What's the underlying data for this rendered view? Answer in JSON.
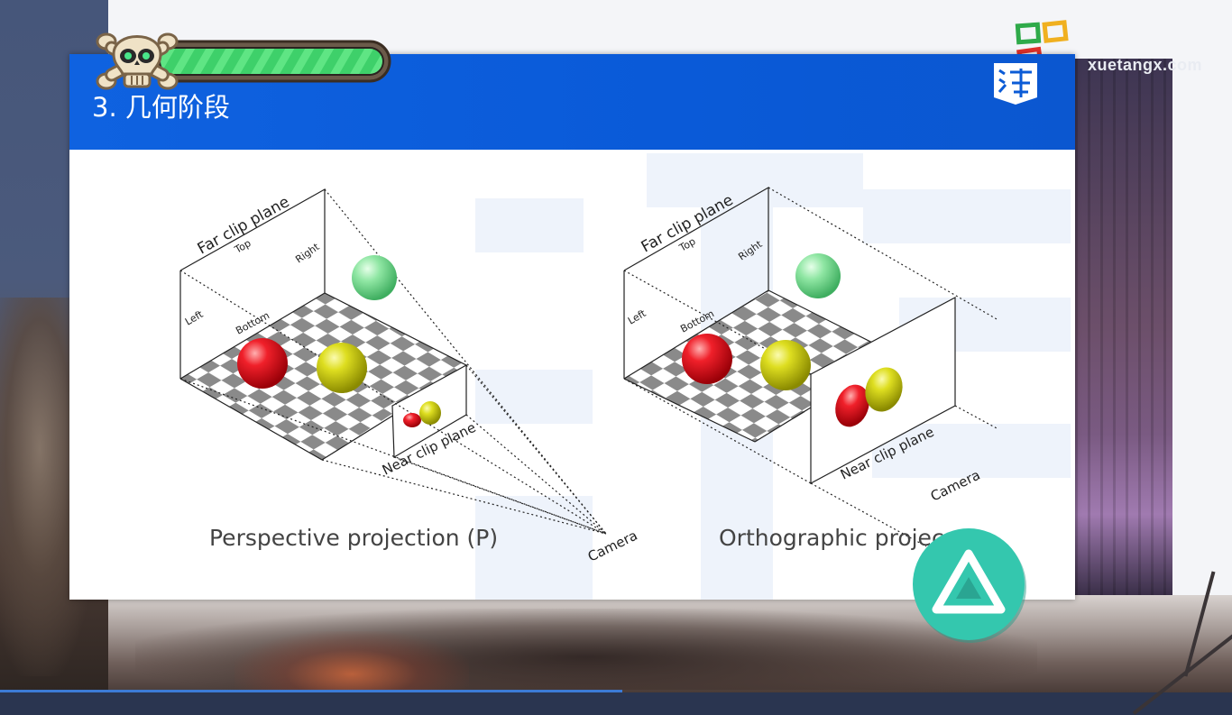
{
  "slide": {
    "title": "3. 几何阶段"
  },
  "perspective_diagram": {
    "far_clip_label": "Far clip plane",
    "top_label": "Top",
    "right_label": "Right",
    "left_label": "Left",
    "bottom_label": "Bottom",
    "near_clip_label": "Near clip plane",
    "camera_label": "Camera",
    "caption": "Perspective projection (P)"
  },
  "orthographic_diagram": {
    "far_clip_label": "Far clip plane",
    "top_label": "Top",
    "right_label": "Right",
    "left_label": "Left",
    "bottom_label": "Bottom",
    "near_clip_label": "Near clip plane",
    "camera_label": "Camera",
    "caption": "Orthographic projec"
  },
  "branding": {
    "site_text": "xuetangx.com",
    "logo_icon": "xuetangx-squares-icon",
    "badge_icon": "xuetangx-badge-icon"
  },
  "hud": {
    "health_icon": "skull-crossbones-icon",
    "health_fraction": 1.0,
    "action_icon": "triangle-button-icon"
  },
  "colors": {
    "header_blue": "#0b5bd6",
    "health_green": "#3ed06a",
    "triangle_teal": "#34c7ae",
    "ball_red": "#e8141c",
    "ball_yellow": "#d4d414",
    "ball_green": "#7fe29a"
  }
}
